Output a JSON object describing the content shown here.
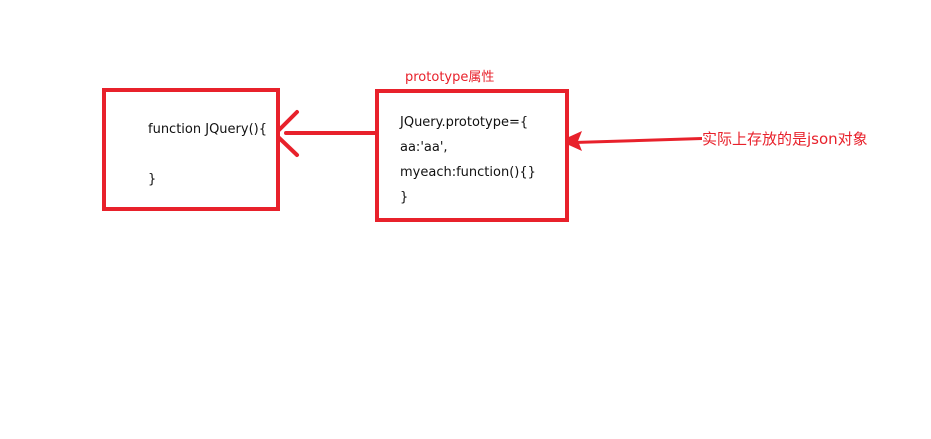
{
  "left_box": {
    "line1": "function JQuery(){",
    "line2": "}"
  },
  "right_box": {
    "line1": "JQuery.prototype={",
    "line2": "aa:'aa',",
    "line3": "myeach:function(){}",
    "line4": "}"
  },
  "labels": {
    "prototype": "prototype属性",
    "json": "实际上存放的是json对象"
  },
  "colors": {
    "accent": "#e8212b",
    "text": "#111111",
    "background": "#ffffff"
  }
}
